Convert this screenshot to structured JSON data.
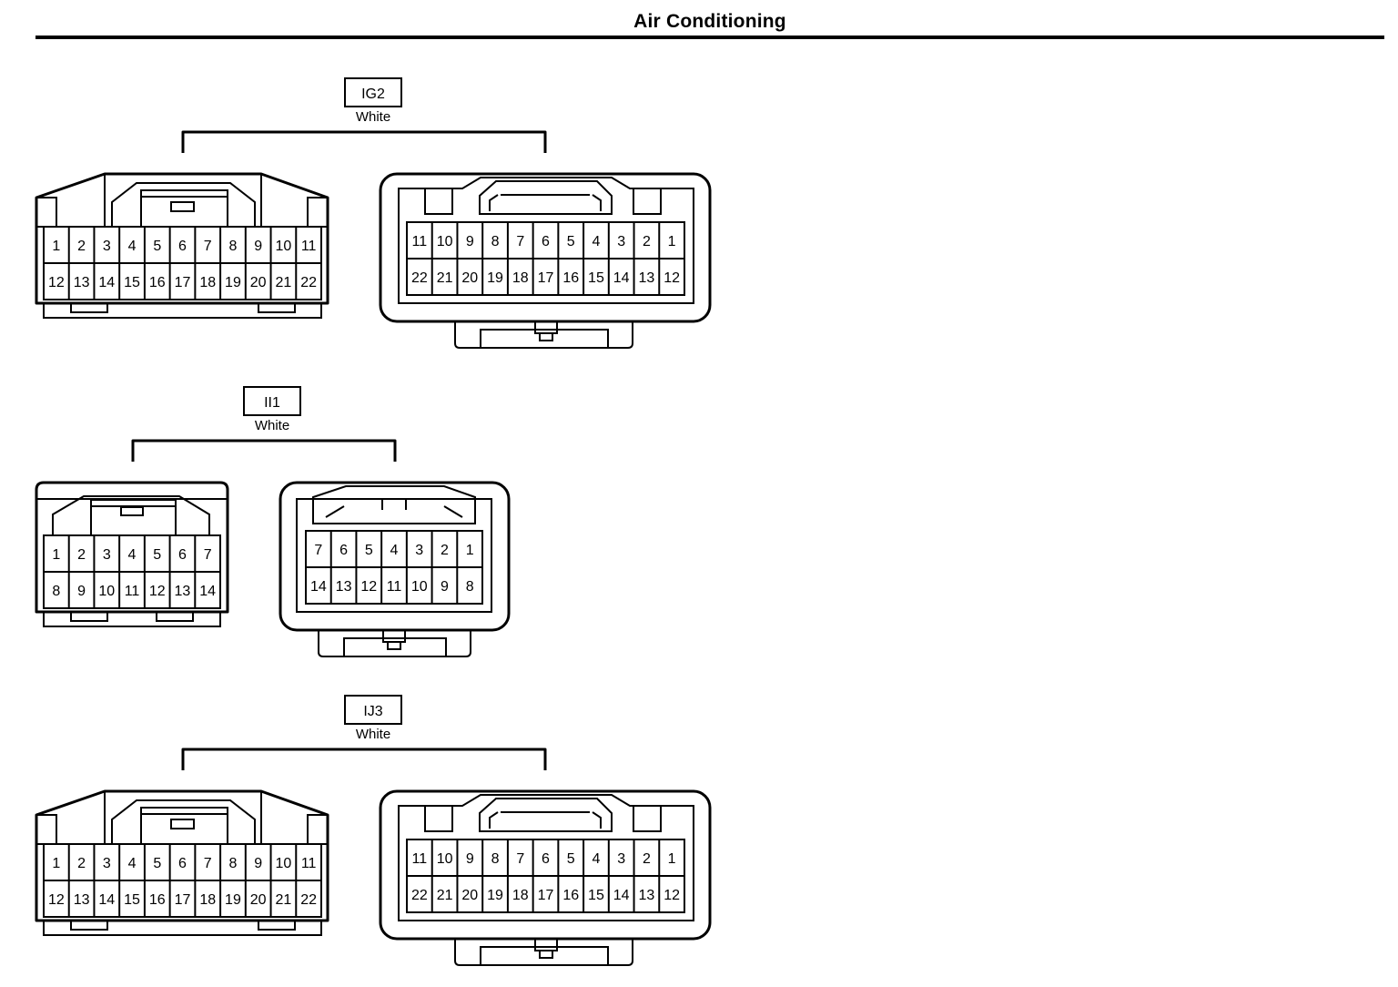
{
  "document": {
    "title": "Air Conditioning"
  },
  "connectors": [
    {
      "code": "IG2",
      "color": "White",
      "male_pins": [
        [
          1,
          2,
          3,
          4,
          5,
          6,
          7,
          8,
          9,
          10,
          11
        ],
        [
          12,
          13,
          14,
          15,
          16,
          17,
          18,
          19,
          20,
          21,
          22
        ]
      ],
      "female_pins": [
        [
          11,
          10,
          9,
          8,
          7,
          6,
          5,
          4,
          3,
          2,
          1
        ],
        [
          22,
          21,
          20,
          19,
          18,
          17,
          16,
          15,
          14,
          13,
          12
        ]
      ]
    },
    {
      "code": "II1",
      "color": "White",
      "male_pins": [
        [
          1,
          2,
          3,
          4,
          5,
          6,
          7
        ],
        [
          8,
          9,
          10,
          11,
          12,
          13,
          14
        ]
      ],
      "female_pins": [
        [
          7,
          6,
          5,
          4,
          3,
          2,
          1
        ],
        [
          14,
          13,
          12,
          11,
          10,
          9,
          8
        ]
      ]
    },
    {
      "code": "IJ3",
      "color": "White",
      "male_pins": [
        [
          1,
          2,
          3,
          4,
          5,
          6,
          7,
          8,
          9,
          10,
          11
        ],
        [
          12,
          13,
          14,
          15,
          16,
          17,
          18,
          19,
          20,
          21,
          22
        ]
      ],
      "female_pins": [
        [
          11,
          10,
          9,
          8,
          7,
          6,
          5,
          4,
          3,
          2,
          1
        ],
        [
          22,
          21,
          20,
          19,
          18,
          17,
          16,
          15,
          14,
          13,
          12
        ]
      ]
    }
  ]
}
